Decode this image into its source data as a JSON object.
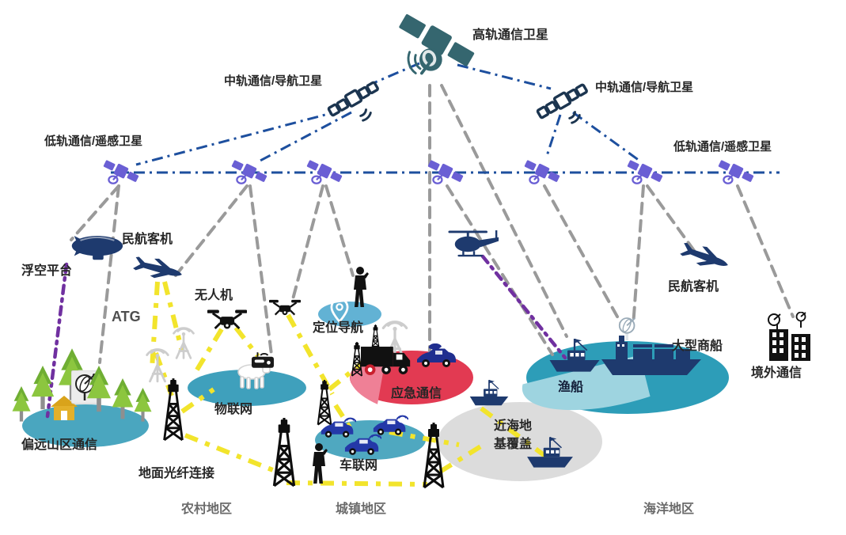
{
  "labels": {
    "geo_satellite": "高轨通信卫星",
    "meo_satellite_left": "中轨通信/导航卫星",
    "meo_satellite_right": "中轨通信/导航卫星",
    "leo_satellite_left": "低轨通信/遥感卫星",
    "leo_satellite_right": "低轨通信/遥感卫星",
    "floating_platform": "浮空平台",
    "civil_aircraft_left": "民航客机",
    "atg": "ATG",
    "uav": "无人机",
    "remote_mountain_comm": "偏远山区通信",
    "iot": "物联网",
    "positioning_nav": "定位导航",
    "emergency_comm": "应急通信",
    "vehicle_network": "车联网",
    "ground_fiber": "地面光纤连接",
    "offshore_coverage_line1": "近海地",
    "offshore_coverage_line2": "基覆盖",
    "fishing_boat": "渔船",
    "merchant_ship": "大型商船",
    "civil_aircraft_right": "民航客机",
    "overseas_comm": "境外通信",
    "rural_region": "农村地区",
    "urban_region": "城镇地区",
    "ocean_region": "海洋地区"
  },
  "colors": {
    "geo_satellite": "#35666f",
    "meo_satellite": "#1c3550",
    "leo_satellite": "#6a5fd4",
    "inter_satellite_link": "#1d4f9e",
    "satellite_ground_link": "#9a9a9a",
    "fiber_link": "#f2e42c",
    "dedicated_link": "#7030a0",
    "coverage_teal": "#3fa0bc",
    "coverage_red": "#e23a52",
    "coverage_gray": "#dcdcdc",
    "vehicle_navy": "#1e3a6e"
  }
}
